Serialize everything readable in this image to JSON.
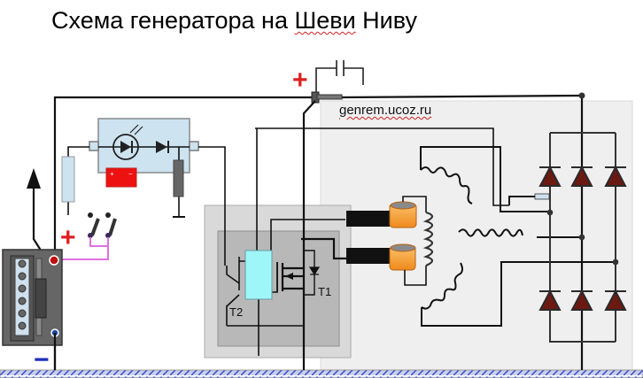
{
  "title": {
    "prefix": "Схема генератора на ",
    "underlined": "Шеви",
    "suffix": " Ниву"
  },
  "watermark": "genrem.ucoz.ru",
  "labels": {
    "transistor_1": "T1",
    "transistor_2": "T2",
    "plus_top": "+",
    "plus_switch": "+",
    "minus_battery": "−",
    "battery_plus": "+",
    "battery_minus": "−"
  },
  "components": {
    "battery": "battery",
    "dashboard_panel": "charge-indicator-panel",
    "ignition_switch": "ignition-switch",
    "capacitor": "suppression-capacitor",
    "voltage_regulator": "voltage-regulator",
    "rectifier_bridge": "diode-bridge",
    "stator_windings": "three-phase-stator",
    "rotor_winding": "excitation-winding",
    "brushes": "brush-holder",
    "ground_bus": "ground"
  },
  "colors": {
    "wire": "#111111",
    "wire_gray": "#444444",
    "pink_wire": "#e070e0",
    "diode_fill": "#6b1a12",
    "regulator_outer": "#d9d9d9",
    "regulator_inner": "#b8b8b8",
    "regulator_chip": "#9ef6f8",
    "alternator_bg": "#efefef",
    "panel_bg": "#cde3f0",
    "brush_orange": "#f4962a",
    "plus_red": "#e02020",
    "minus_blue": "#1f2fc0"
  }
}
